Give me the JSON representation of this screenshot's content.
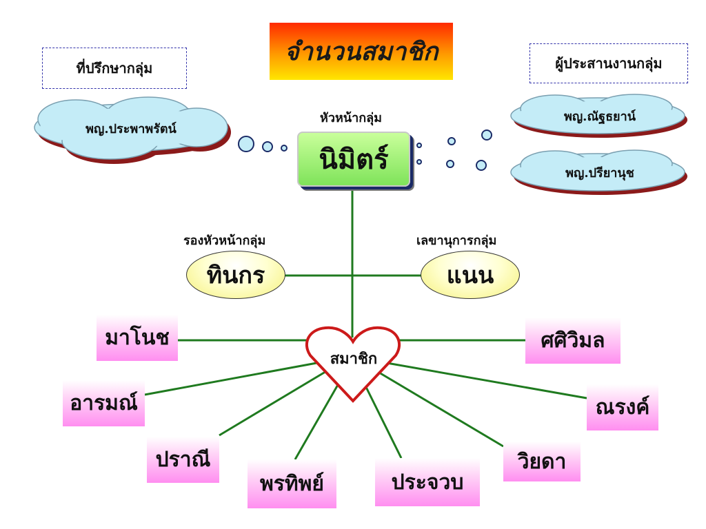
{
  "title": "จำนวนสมาชิก",
  "advisor": {
    "heading": "ที่ปรึกษากลุ่ม",
    "name": "พญ.ประพาพรัตน์"
  },
  "coordinators": {
    "heading": "ผู้ประสานงานกลุ่ม",
    "names": [
      "พญ.ณัฐธยาน์",
      "พญ.ปรียานุช"
    ]
  },
  "leader": {
    "role": "หัวหน้ากลุ่ม",
    "name": "นิมิตร์"
  },
  "deputy": {
    "role": "รองหัวหน้ากลุ่ม",
    "name": "ทินกร"
  },
  "secretary": {
    "role": "เลขานุการกลุ่ม",
    "name": "แนน"
  },
  "members_hub": "สมาชิก",
  "members": [
    "มาโนช",
    "ศศิวิมล",
    "อารมณ์",
    "ณรงค์",
    "ปราณี",
    "วิยดา",
    "พรทิพย์",
    "ประจวบ"
  ],
  "colors": {
    "line": "#1f7a1f",
    "heart_stroke": "#cc1a1a",
    "cloud_fill": "#c4ecf7",
    "cloud_shadow": "#8b1a1a",
    "member_fill": "#ff8ef0",
    "leader_fill": "#7fe35a",
    "title_gradient": [
      "#ff2a00",
      "#ffe600"
    ]
  }
}
